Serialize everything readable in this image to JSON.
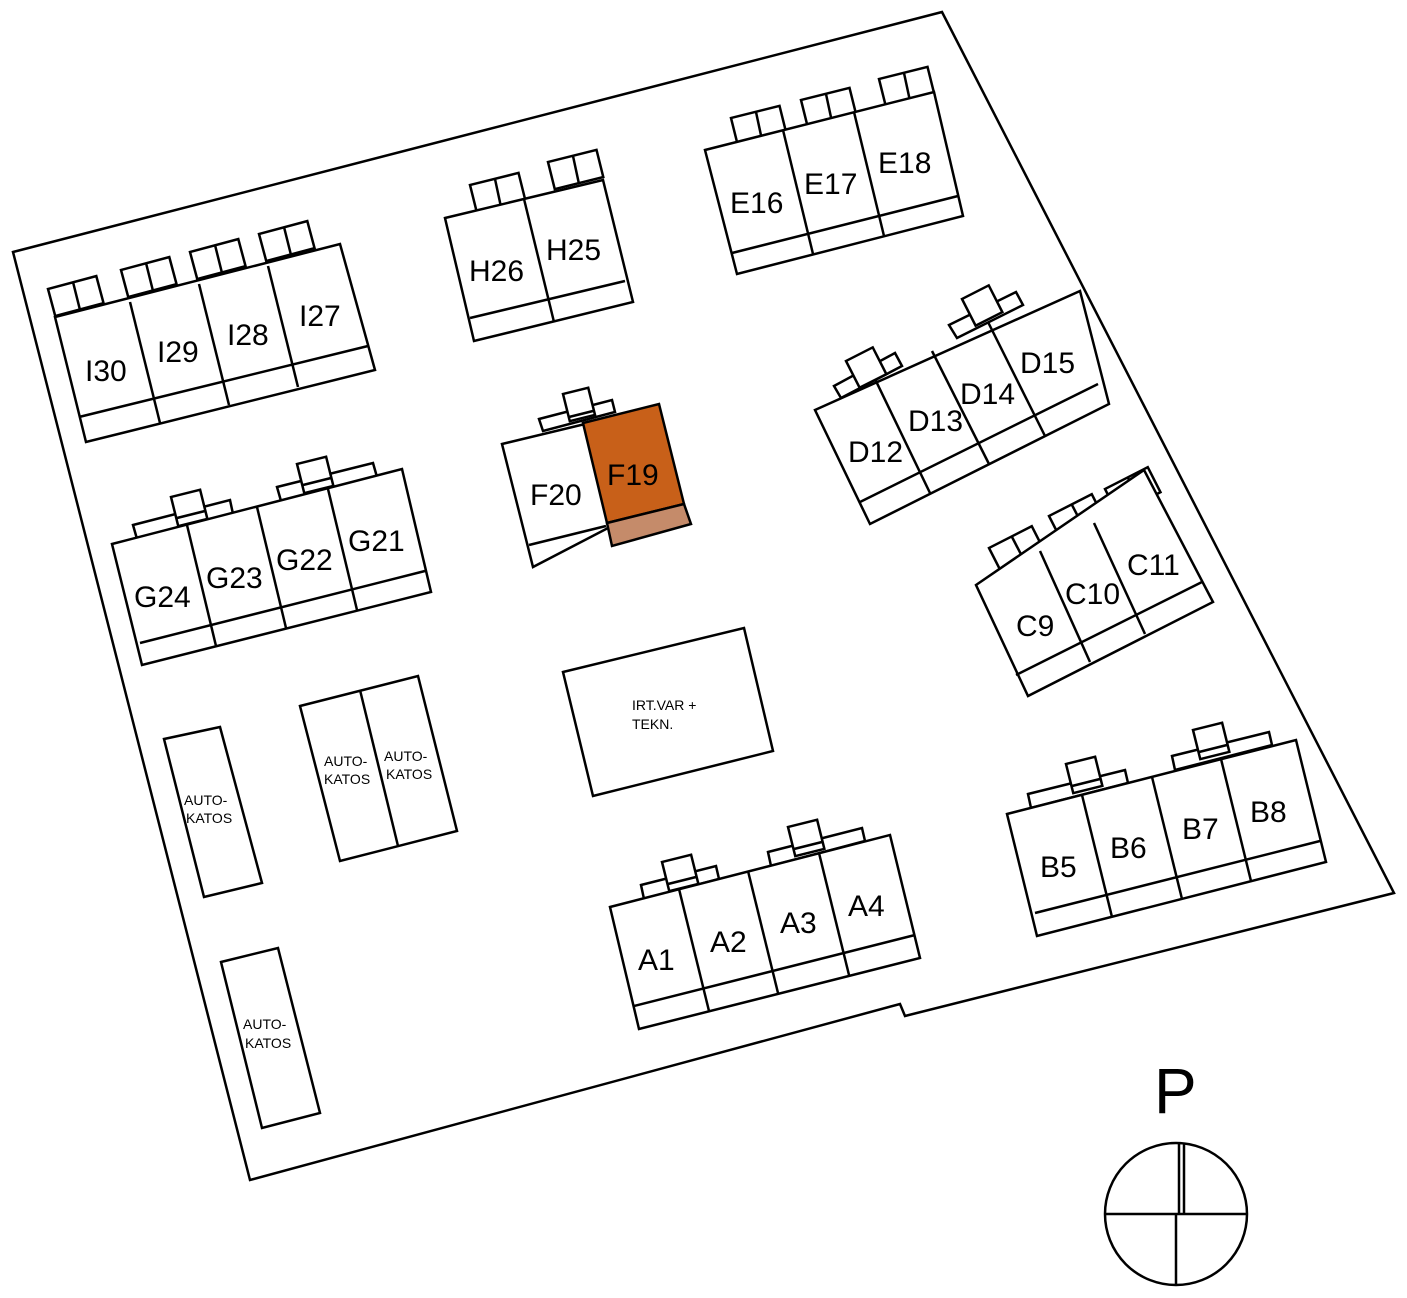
{
  "highlight": {
    "unit": "F19",
    "color": "#c86019",
    "terrace_color": "#c58b6a"
  },
  "compass": {
    "letter": "P"
  },
  "buildings": {
    "I": [
      "I30",
      "I29",
      "I28",
      "I27"
    ],
    "H": [
      "H26",
      "H25"
    ],
    "E": [
      "E16",
      "E17",
      "E18"
    ],
    "F": [
      "F20",
      "F19"
    ],
    "G": [
      "G24",
      "G23",
      "G22",
      "G21"
    ],
    "D": [
      "D12",
      "D13",
      "D14",
      "D15"
    ],
    "C": [
      "C9",
      "C10",
      "C11"
    ],
    "B": [
      "B5",
      "B6",
      "B7",
      "B8"
    ],
    "A": [
      "A1",
      "A2",
      "A3",
      "A4"
    ]
  },
  "carports": [
    {
      "line1": "AUTO-",
      "line2": "KATOS"
    },
    {
      "line1": "AUTO-",
      "line2": "KATOS"
    },
    {
      "line1": "AUTO-",
      "line2": "KATOS"
    },
    {
      "line1": "AUTO-",
      "line2": "KATOS"
    }
  ],
  "storage": {
    "line1": "IRT.VAR +",
    "line2": "TEKN."
  }
}
